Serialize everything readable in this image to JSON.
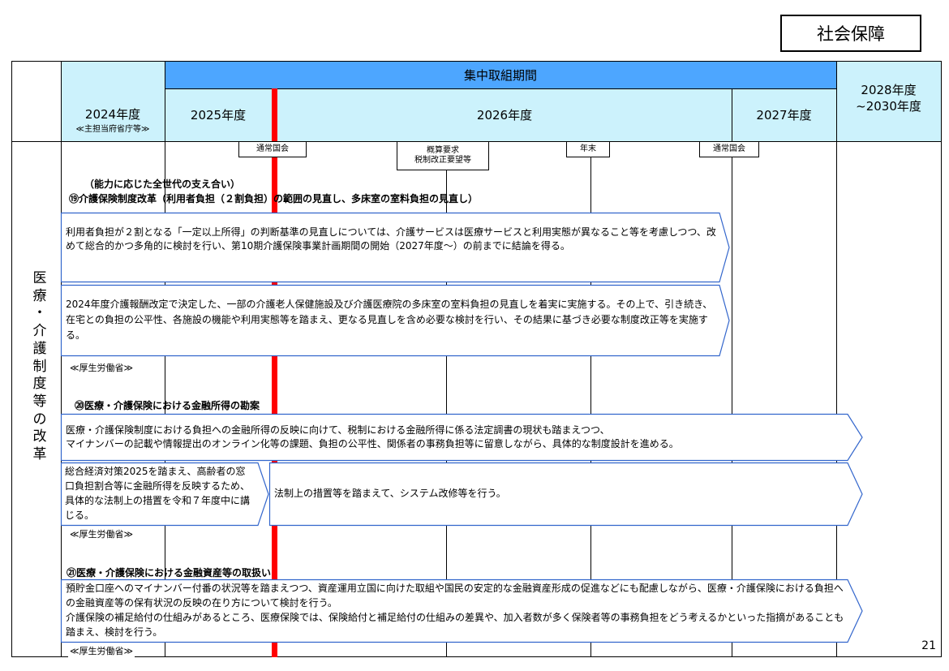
{
  "tag": "社会保障",
  "page_number": "21",
  "side_label": [
    "医",
    "療",
    "・",
    "介",
    "護",
    "制",
    "度",
    "等",
    "の",
    "改",
    "革"
  ],
  "header": {
    "concentrated_period": "集中取組期間",
    "fy2024": "2024年度",
    "fy2024_sub": "≪主担当府省庁等≫",
    "fy2025": "2025年度",
    "fy2026": "2026年度",
    "fy2027": "2027年度",
    "fy2028_line1": "2028年度",
    "fy2028_line2": "~2030年度"
  },
  "milestones": {
    "ordinary_diet_1": "通常国会",
    "budget_request_line1": "概算要求",
    "budget_request_line2": "税制改正要望等",
    "year_end": "年末",
    "ordinary_diet_2": "通常国会"
  },
  "sections": {
    "s19": {
      "heading_line1": "（能力に応じた全世代の支え合い）",
      "heading_line2": "⑲介護保険制度改革（利用者負担（２割負担）の範囲の見直し、多床室の室料負担の見直し）",
      "box1": "利用者負担が２割となる「一定以上所得」の判断基準の見直しについては、介護サービスは医療サービスと利用実態が異なること等を考慮しつつ、改めて総合的かつ多角的に検討を行い、第10期介護保険事業計画期間の開始（2027年度～）の前までに結論を得る。",
      "box2": "2024年度介護報酬改定で決定した、一部の介護老人保健施設及び介護医療院の多床室の室料負担の見直しを着実に実施する。その上で、引き続き、在宅との負担の公平性、各施設の機能や利用実態等を踏まえ、更なる見直しを含め必要な検討を行い、その結果に基づき必要な制度改正等を実施する。",
      "ministry": "≪厚生労働省≫"
    },
    "s20": {
      "heading": "⑳医療・介護保険における金融所得の勘案",
      "box1_line1": "医療・介護保険制度における負担への金融所得の反映に向けて、税制における金融所得に係る法定調書の現状も踏まえつつ、",
      "box1_line2": "マイナンバーの記載や情報提出のオンライン化等の課題、負担の公平性、関係者の事務負担等に留意しながら、具体的な制度設計を進める。",
      "box2": "総合経済対策2025を踏まえ、高齢者の窓口負担割合等に金融所得を反映するため、具体的な法制上の措置を令和７年度中に講じる。",
      "box3": "法制上の措置等を踏まえて、システム改修等を行う。",
      "ministry": "≪厚生労働省≫"
    },
    "s21": {
      "heading": "㉑医療・介護保険における金融資産等の取扱い",
      "box1_para1": "預貯金口座へのマイナンバー付番の状況等を踏まえつつ、資産運用立国に向けた取組や国民の安定的な金融資産形成の促進などにも配慮しながら、医療・介護保険における負担への金融資産等の保有状況の反映の在り方について検討を行う。",
      "box1_para2": "介護保険の補足給付の仕組みがあるところ、医療保険では、保険給付と補足給付の仕組みの差異や、加入者数が多く保険者等の事務負担をどう考えるかといった指摘があることも踏まえ、検討を行う。",
      "ministry": "≪厚生労働省≫"
    }
  }
}
